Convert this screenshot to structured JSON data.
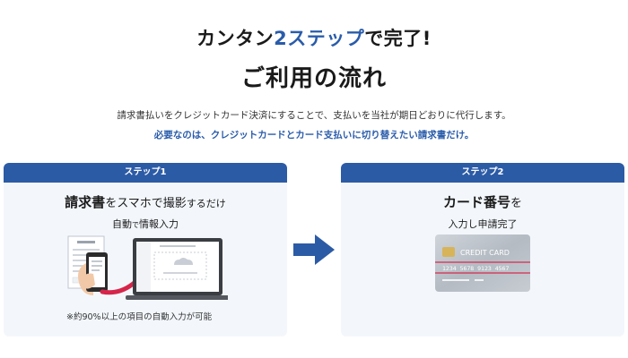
{
  "headline": {
    "line1_prefix": "カンタン",
    "line1_accent": "2ステップ",
    "line1_suffix": "で完了!",
    "line2": "ご利用の流れ"
  },
  "intro": {
    "text": "請求書払いをクレジットカード決済にすることで、支払いを当社が期日どおりに代行します。",
    "highlight": "必要なのは、クレジットカードとカード支払いに切り替えたい請求書だけ。"
  },
  "step1": {
    "header": "ステップ1",
    "title_bold": "請求書",
    "title_mid": "をスマホで撮影",
    "title_small": "するだけ",
    "subtitle_a": "自動",
    "subtitle_b": "で",
    "subtitle_c": "情報入力",
    "note": "※約90%以上の項目の自動入力が可能"
  },
  "step2": {
    "header": "ステップ2",
    "title_bold": "カード番号",
    "title_rest": "を",
    "subtitle": "入力し申請完了",
    "card_label": "CREDIT CARD",
    "card_number": "1234 5678 9123 4567"
  },
  "colors": {
    "accent": "#2a5caa",
    "header_bg": "#2c5ba6",
    "card_bg": "#f3f7fc",
    "highlight_red": "#d6254a"
  }
}
